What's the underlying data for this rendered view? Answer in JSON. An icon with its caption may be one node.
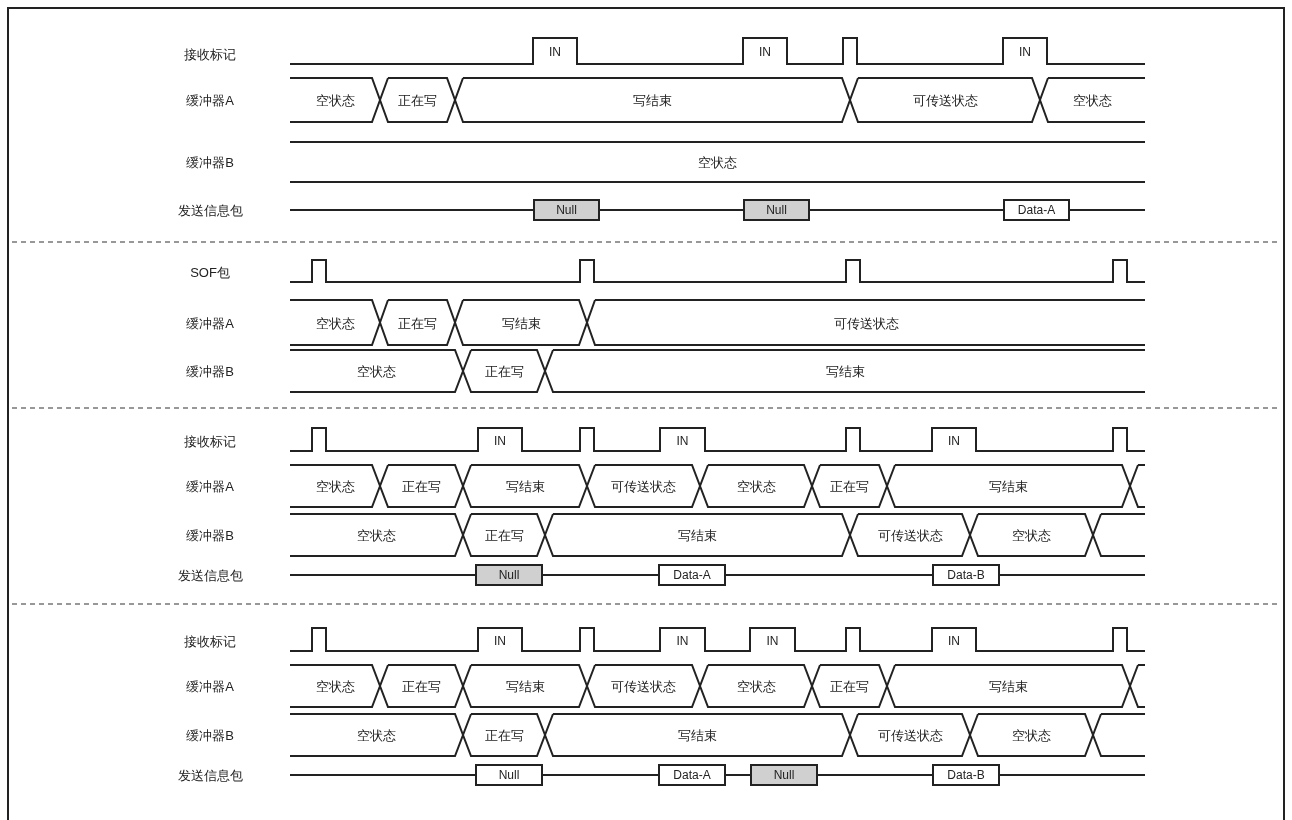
{
  "diagram": {
    "labels": [
      "接收标记",
      "IN",
      "IN",
      "IN",
      "缓冲器A",
      "空状态",
      "正在写",
      "写结束",
      "可传送状态",
      "空状态",
      "缓冲器B",
      "空状态",
      "发送信息包",
      "Null",
      "Null",
      "Data-A",
      "SOF包",
      "缓冲器A",
      "空状态",
      "正在写",
      "写结束",
      "可传送状态",
      "缓冲器B",
      "空状态",
      "正在写",
      "写结束",
      "接收标记",
      "IN",
      "IN",
      "IN",
      "缓冲器A",
      "空状态",
      "正在写",
      "写结束",
      "可传送状态",
      "空状态",
      "正在写",
      "写结束",
      "缓冲器B",
      "空状态",
      "正在写",
      "写结束",
      "可传送状态",
      "空状态",
      "发送信息包",
      "Null",
      "Data-A",
      "Data-B",
      "接收标记",
      "IN",
      "IN",
      "IN",
      "IN",
      "缓冲器A",
      "空状态",
      "正在写",
      "写结束",
      "可传送状态",
      "空状态",
      "正在写",
      "写结束",
      "缓冲器B",
      "空状态",
      "正在写",
      "写结束",
      "可传送状态",
      "空状态",
      "发送信息包",
      "Null",
      "Data-A",
      "Null",
      "Data-B"
    ]
  }
}
